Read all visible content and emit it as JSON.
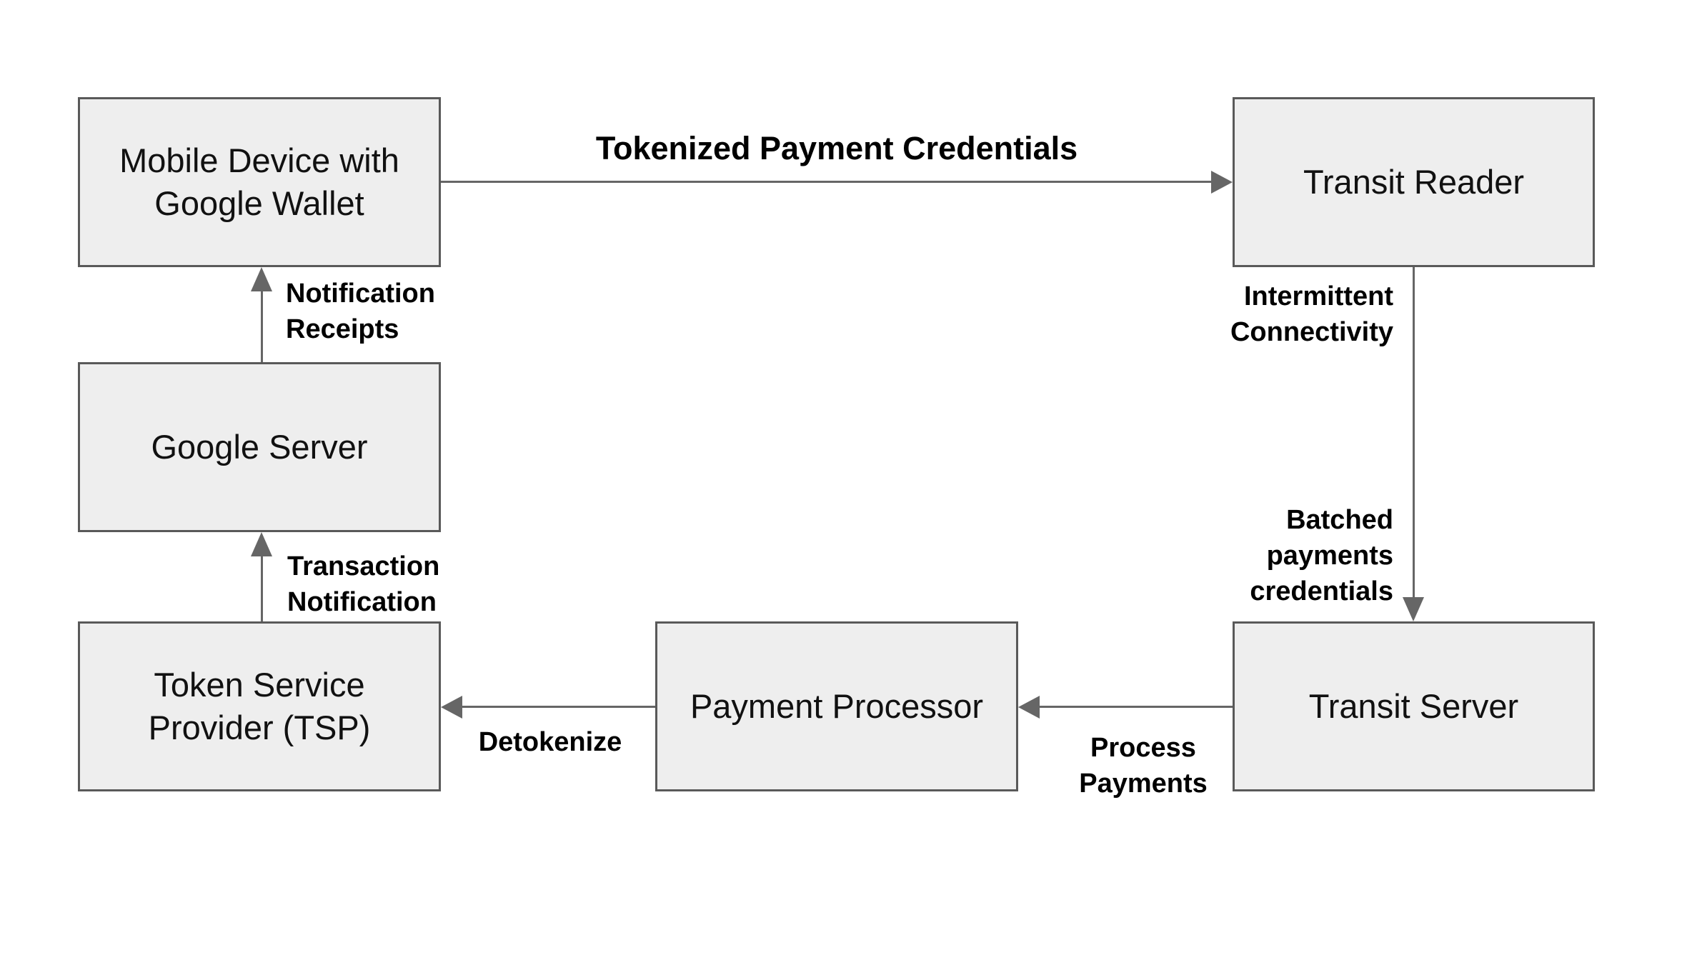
{
  "diagram": {
    "type": "flowchart",
    "colors": {
      "background": "#ffffff",
      "node_fill": "#eeeeee",
      "node_border": "#595959",
      "arrow": "#666666",
      "node_text": "#111111",
      "label_text": "#000000"
    },
    "nodes": [
      {
        "id": "mobile-device",
        "lines": [
          "Mobile Device with",
          "Google Wallet"
        ]
      },
      {
        "id": "transit-reader",
        "lines": [
          "Transit Reader"
        ]
      },
      {
        "id": "google-server",
        "lines": [
          "Google Server"
        ]
      },
      {
        "id": "tsp",
        "lines": [
          "Token Service",
          "Provider (TSP)"
        ]
      },
      {
        "id": "payment-processor",
        "lines": [
          "Payment Processor"
        ]
      },
      {
        "id": "transit-server",
        "lines": [
          "Transit Server"
        ]
      }
    ],
    "edges": [
      {
        "id": "mobile-device-to-transit-reader",
        "from": "mobile-device",
        "to": "transit-reader",
        "direction": "right",
        "labels": [
          {
            "lines": [
              "Tokenized Payment Credentials"
            ]
          }
        ]
      },
      {
        "id": "transit-reader-to-transit-server",
        "from": "transit-reader",
        "to": "transit-server",
        "direction": "down",
        "labels": [
          {
            "lines": [
              "Intermittent",
              "Connectivity"
            ]
          },
          {
            "lines": [
              "Batched",
              "payments",
              "credentials"
            ]
          }
        ]
      },
      {
        "id": "transit-server-to-payment-processor",
        "from": "transit-server",
        "to": "payment-processor",
        "direction": "left",
        "labels": [
          {
            "lines": [
              "Process",
              "Payments"
            ]
          }
        ]
      },
      {
        "id": "payment-processor-to-tsp",
        "from": "payment-processor",
        "to": "tsp",
        "direction": "left",
        "labels": [
          {
            "lines": [
              "Detokenize"
            ]
          }
        ]
      },
      {
        "id": "tsp-to-google-server",
        "from": "tsp",
        "to": "google-server",
        "direction": "up",
        "labels": [
          {
            "lines": [
              "Transaction",
              "Notification"
            ]
          }
        ]
      },
      {
        "id": "google-server-to-mobile-device",
        "from": "google-server",
        "to": "mobile-device",
        "direction": "up",
        "labels": [
          {
            "lines": [
              "Notification",
              "Receipts"
            ]
          }
        ]
      }
    ]
  }
}
